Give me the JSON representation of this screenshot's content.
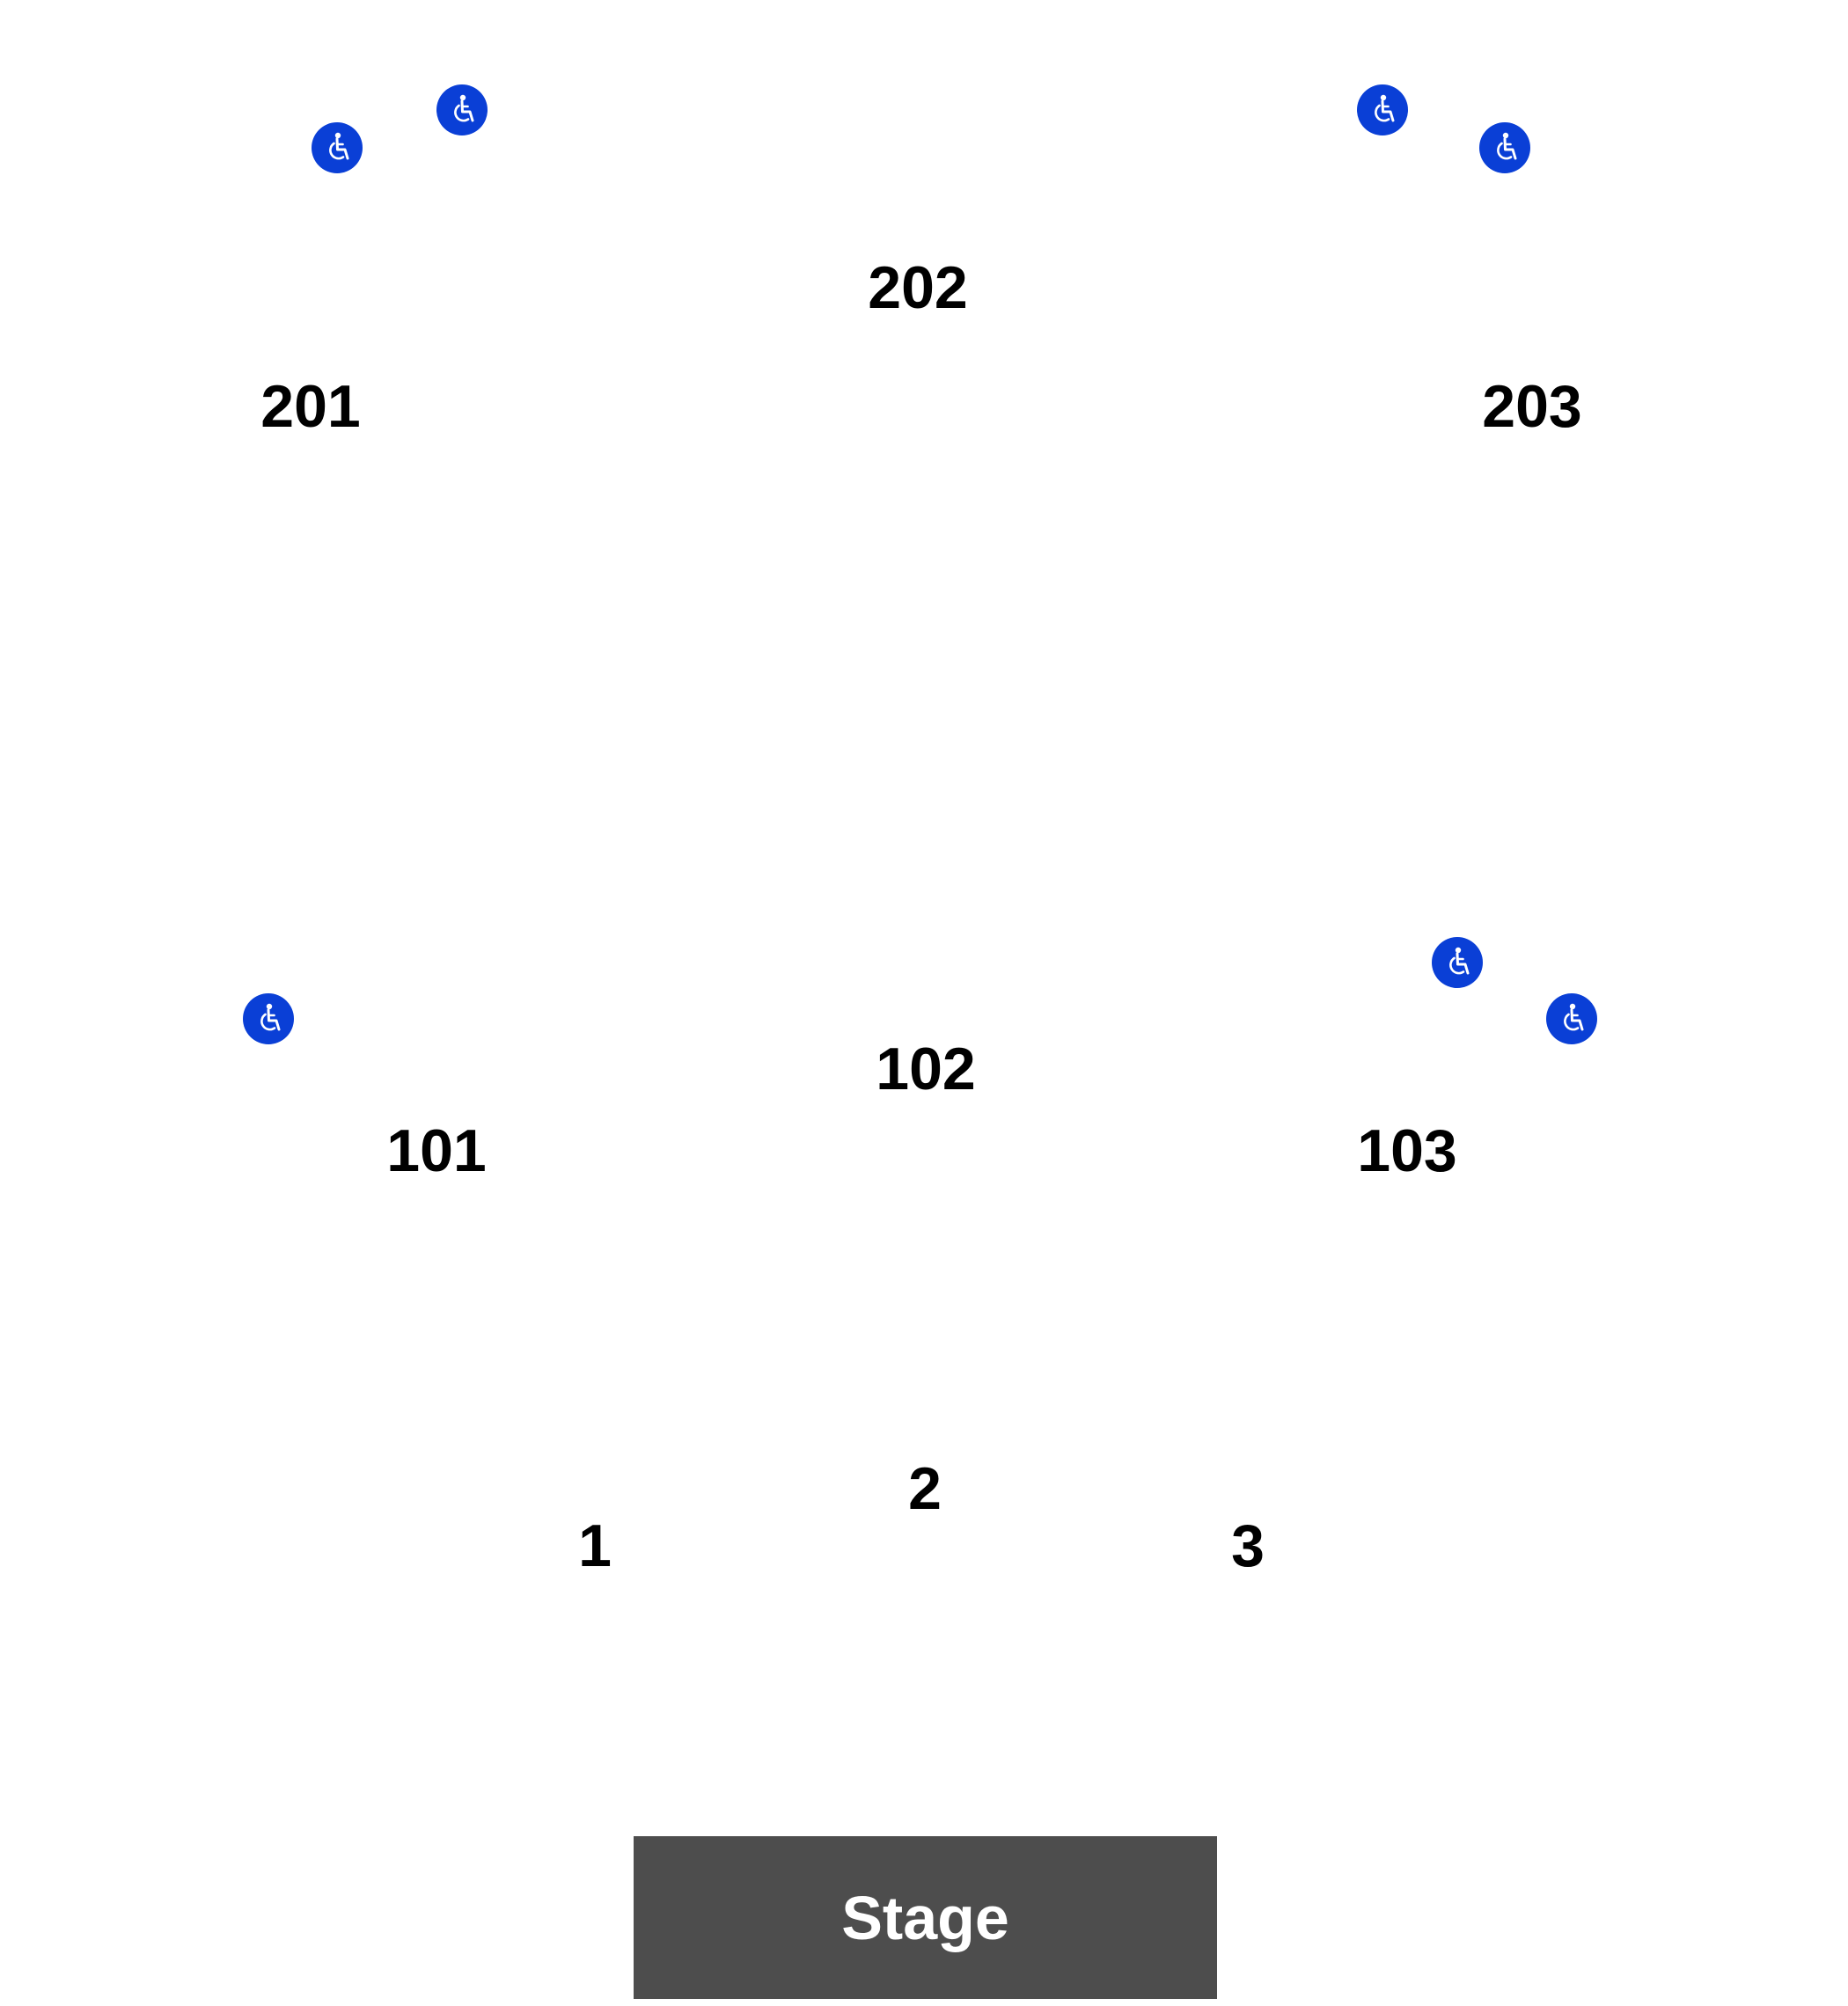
{
  "map": {
    "sections": {
      "s201": "201",
      "s202": "202",
      "s203": "203",
      "s101": "101",
      "s102": "102",
      "s103": "103",
      "s1": "1",
      "s2": "2",
      "s3": "3"
    },
    "stage_label": "Stage",
    "accessible_icon": "wheelchair-icon",
    "colors": {
      "accessible_marker": "#0a3fd6",
      "stage": "#4d4d4d",
      "section_text": "#000000"
    }
  }
}
